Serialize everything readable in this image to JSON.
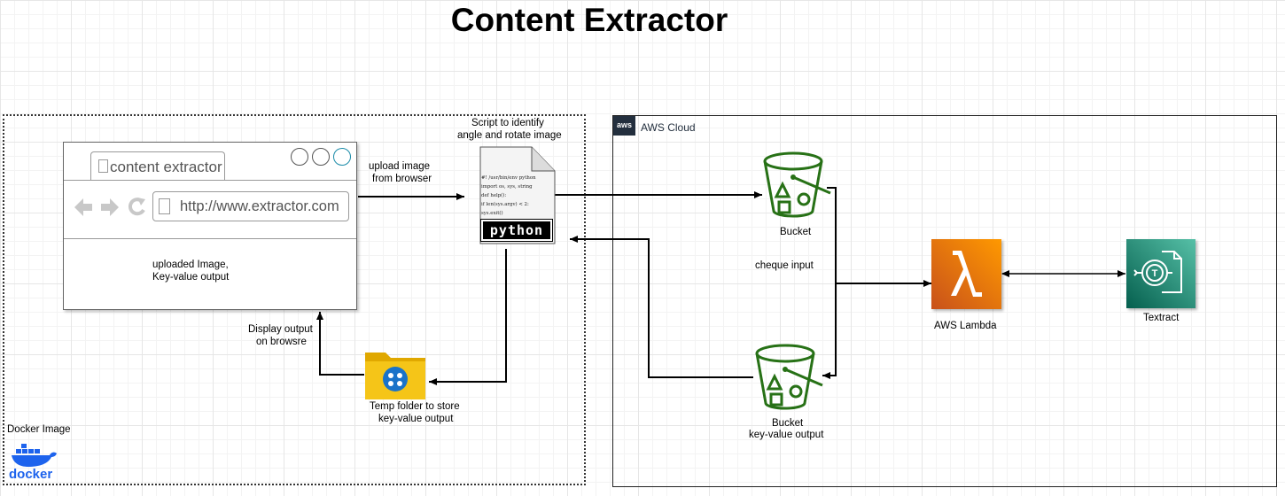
{
  "title": "Content Extractor",
  "groups": {
    "docker": {
      "label": "Docker Image",
      "logo_text": "docker"
    },
    "aws": {
      "label": "AWS Cloud",
      "logo_text": "aws"
    }
  },
  "browser": {
    "tab_label": "content extractor",
    "url": "http://www.extractor.com",
    "body_line1": "uploaded Image,",
    "body_line2": "Key-value output"
  },
  "script": {
    "label_line1": "Script to identify",
    "label_line2": "angle and rotate image",
    "code": "#! /usr/bin/env python\nimport os, sys, string\ndef help():\nif len(sys.argv) < 2:\nsys.exit()",
    "badge": "python"
  },
  "edges": {
    "upload_line1": "upload image",
    "upload_line2": "from browser",
    "display_line1": "Display output",
    "display_line2": "on browsre",
    "cheque_input": "cheque input"
  },
  "nodes": {
    "bucket_input": {
      "label": "Bucket"
    },
    "bucket_output": {
      "label_line1": "Bucket",
      "label_line2": "key-value output"
    },
    "lambda": {
      "label": "AWS Lambda"
    },
    "textract": {
      "label": "Textract"
    },
    "temp_folder": {
      "label_line1": "Temp folder to store",
      "label_line2": "key-value output"
    }
  },
  "colors": {
    "bucket_green": "#277116",
    "lambda_orange": "#ff9900",
    "textract_green": "#1a8b6f",
    "folder_yellow": "#f5c518",
    "docker_blue": "#1d63ed",
    "aws_dark": "#232f3e"
  }
}
